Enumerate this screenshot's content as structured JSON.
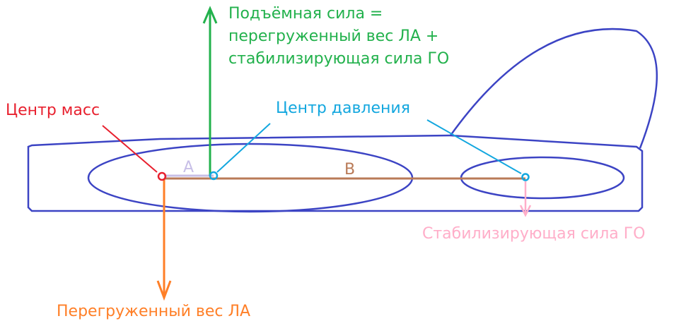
{
  "labels": {
    "lift": [
      "Подъёмная сила =",
      "перегруженный вес ЛА +",
      "стабилизирующая сила ГО"
    ],
    "center_of_mass": "Центр масс",
    "center_of_pressure": "Центр давления",
    "arm_a": "А",
    "arm_b": "B",
    "stabilizing_force": "Стабилизирующая сила ГО",
    "overloaded_weight": "Перегруженный вес ЛА"
  },
  "colors": {
    "outline": "#3c44c4",
    "lift": "#22b14c",
    "center_of_mass": "#e8202e",
    "center_of_pressure": "#13a7df",
    "arm_a": "#c8bfe7",
    "arm_b": "#b97a57",
    "stabilizing_force": "#ffaec9",
    "weight": "#ff7f27"
  }
}
